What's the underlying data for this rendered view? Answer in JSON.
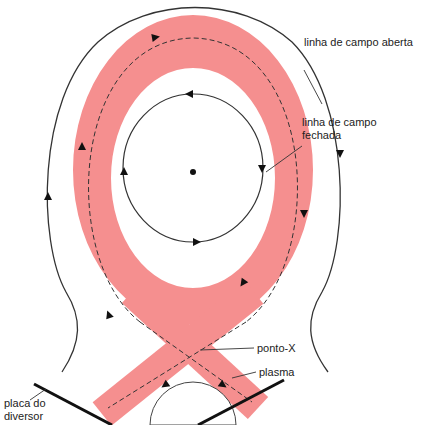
{
  "diagram": {
    "labels": [
      "linha de campo aberta",
      "linha de campo fechada",
      "ponto-X",
      "plasma",
      "placa do diversor"
    ]
  }
}
